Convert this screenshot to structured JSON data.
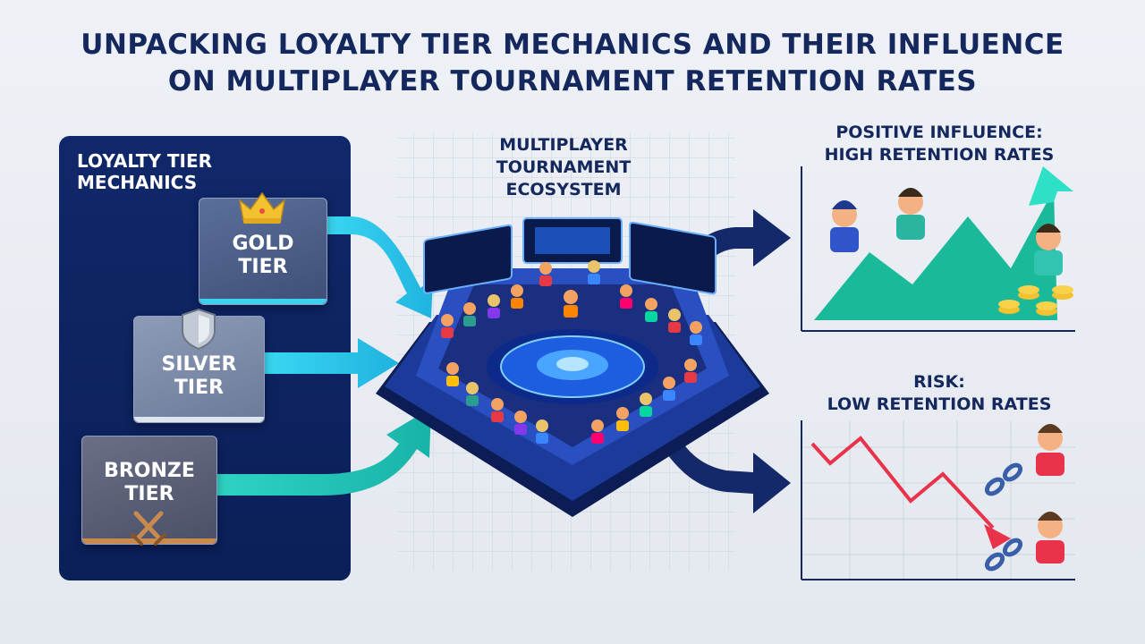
{
  "title_line1": "UNPACKING LOYALTY TIER MECHANICS AND THEIR INFLUENCE",
  "title_line2": "ON MULTIPLAYER TOURNAMENT RETENTION RATES",
  "left_panel": {
    "title_line1": "LOYALTY TIER",
    "title_line2": "MECHANICS",
    "tiers": [
      {
        "line1": "GOLD",
        "line2": "TIER",
        "icon": "crown-icon",
        "accent": "#3fd0f0"
      },
      {
        "line1": "SILVER",
        "line2": "TIER",
        "icon": "shield-icon",
        "accent": "#dfe5ee"
      },
      {
        "line1": "BRONZE",
        "line2": "TIER",
        "icon": "crossed-swords-icon",
        "accent": "#c98a4e"
      }
    ]
  },
  "center": {
    "title_line1": "MULTIPLAYER",
    "title_line2": "TOURNAMENT",
    "title_line3": "ECOSYSTEM"
  },
  "positive": {
    "title_line1": "POSITIVE INFLUENCE:",
    "title_line2": "HIGH RETENTION RATES",
    "color": "#19b99a"
  },
  "risk": {
    "title_line1": "RISK:",
    "title_line2": "LOW RETENTION RATES",
    "color": "#e8334a"
  },
  "colors": {
    "navy": "#14285e",
    "cyan": "#29c6e6",
    "teal": "#22c3b0",
    "panel": "#0e2563"
  }
}
